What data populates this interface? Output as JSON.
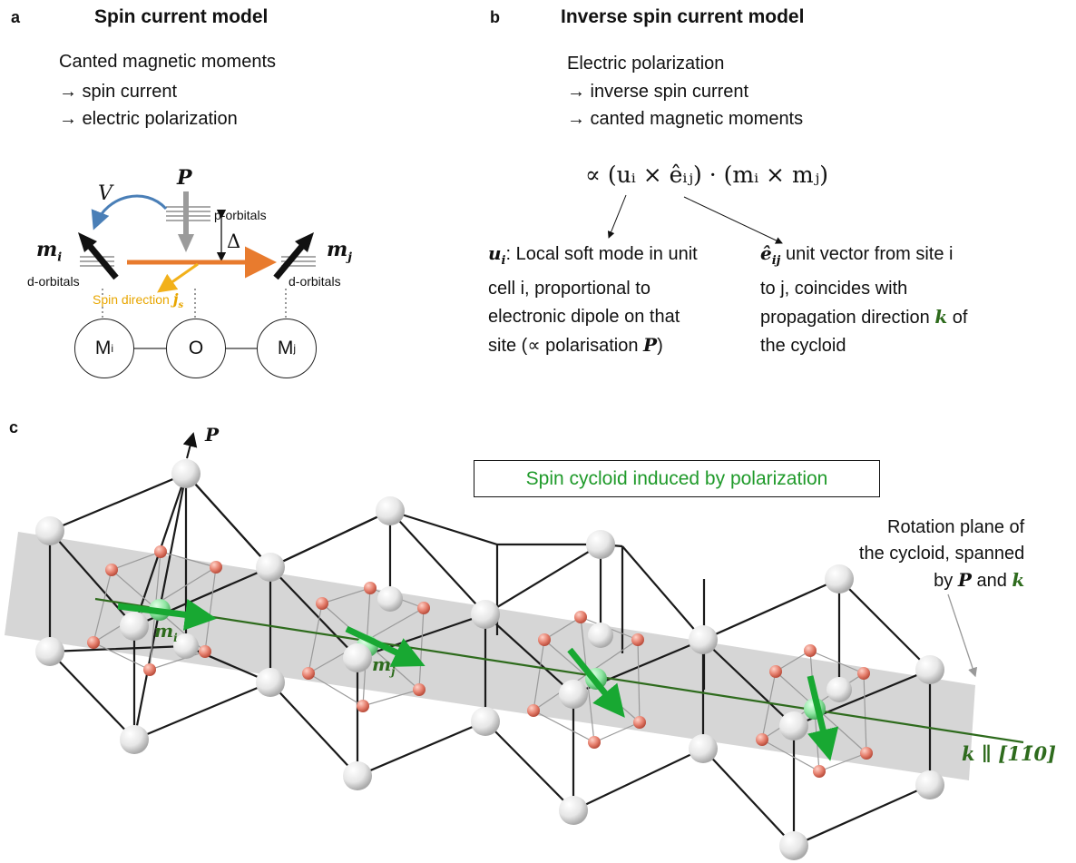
{
  "panel_a": {
    "label": "a",
    "title": "Spin current model",
    "lines": [
      "Canted magnetic moments",
      "→ spin current",
      "→ electric polarization"
    ],
    "V": "V",
    "P": "P",
    "p_orbitals": "p-orbitals",
    "delta": "Δ",
    "m_i": "m",
    "m_i_sub": "i",
    "m_j": "m",
    "m_j_sub": "j",
    "d_orbitals_left": "d-orbitals",
    "d_orbitals_right": "d-orbitals",
    "spin_direction": "Spin direction ",
    "js": "j",
    "js_sub": "s",
    "atoms": {
      "mi": "M",
      "mi_sub": "i",
      "o": "O",
      "mj": "M",
      "mj_sub": "j"
    }
  },
  "panel_b": {
    "label": "b",
    "title": "Inverse spin current model",
    "lines": [
      "Electric polarization",
      "→ inverse spin current",
      "→ canted magnetic moments"
    ],
    "formula": "∝ (uᵢ × êᵢⱼ) · (mᵢ × mⱼ)",
    "u_desc": {
      "symbol": "u",
      "sub": "i",
      "line1": ": Local soft mode in unit",
      "line2": "cell i, proportional to",
      "line3": "electronic dipole on that",
      "line4": "site (∝ polarisation ",
      "P": "P",
      "close": ")"
    },
    "e_desc": {
      "symbol": "ê",
      "sub": "ij",
      "line1": " unit vector from site i",
      "line2": "to j, coincides with",
      "line3": "propagation direction ",
      "k": "k",
      "line3b": " of",
      "line4": "the cycloid"
    }
  },
  "panel_c": {
    "label": "c",
    "P": "P",
    "box_text": "Spin cycloid induced by polarization",
    "rotation_line1": "Rotation plane of",
    "rotation_line2": "the cycloid, spanned",
    "rotation_by": "by ",
    "rotation_P": "P",
    "rotation_and": " and ",
    "rotation_k": "k",
    "k_label": "k ∥ [11̄0]",
    "m_i": "m",
    "m_i_sub": "i",
    "m_j": "m",
    "m_j_sub": "j"
  },
  "colors": {
    "orange": "#e87b2e",
    "yellow": "#f2b11b",
    "blue": "#4a7fb7",
    "dark_green": "#2e6b1d",
    "bright_green": "#18a832",
    "plane_gray": "#d4d4d4",
    "red_atom": "#e07a68"
  }
}
